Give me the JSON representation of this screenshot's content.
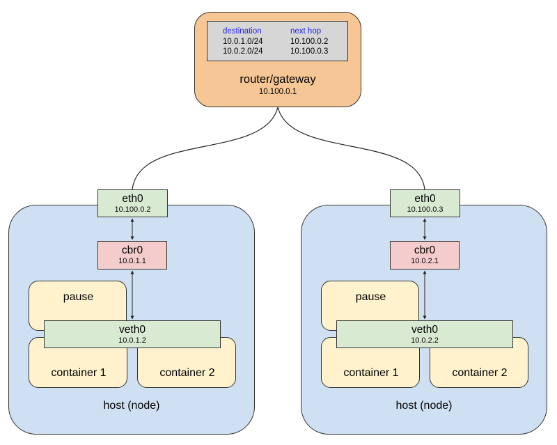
{
  "router": {
    "table_header": {
      "destination": "destination",
      "next_hop": "next hop"
    },
    "routes": [
      {
        "destination": "10.0.1.0/24",
        "next_hop": "10.100.0.2"
      },
      {
        "destination": "10.0.2.0/24",
        "next_hop": "10.100.0.3"
      }
    ],
    "name": "router/gateway",
    "ip": "10.100.0.1"
  },
  "hosts": [
    {
      "label": "host (node)",
      "eth0": {
        "name": "eth0",
        "ip": "10.100.0.2"
      },
      "cbr0": {
        "name": "cbr0",
        "ip": "10.0.1.1"
      },
      "veth0": {
        "name": "veth0",
        "ip": "10.0.1.2"
      },
      "pause": "pause",
      "container1": "container 1",
      "container2": "container 2"
    },
    {
      "label": "host (node)",
      "eth0": {
        "name": "eth0",
        "ip": "10.100.0.3"
      },
      "cbr0": {
        "name": "cbr0",
        "ip": "10.0.2.1"
      },
      "veth0": {
        "name": "veth0",
        "ip": "10.0.2.2"
      },
      "pause": "pause",
      "container1": "container 1",
      "container2": "container 2"
    }
  ],
  "colors": {
    "router_fill": "#f6c794",
    "host_fill": "#cfe0f3",
    "interface_fill": "#d9ead3",
    "bridge_fill": "#f4cccc",
    "container_fill": "#fff2cc",
    "table_header_text": "#2222ee"
  }
}
